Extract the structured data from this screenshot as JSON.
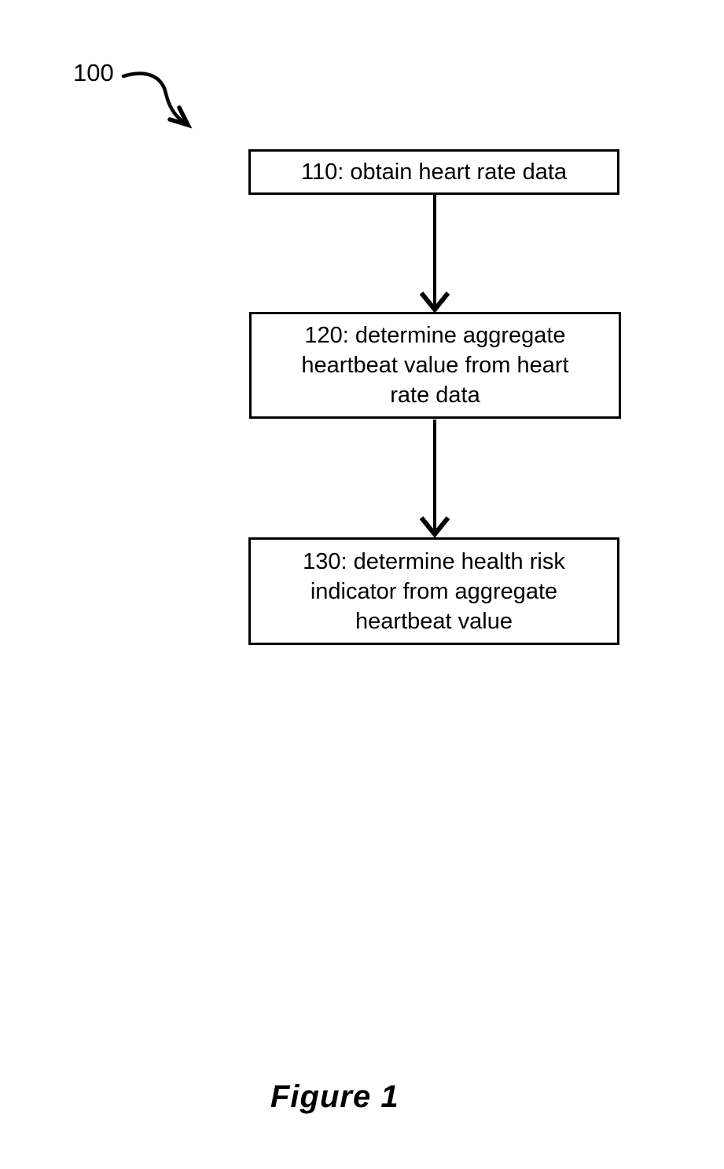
{
  "figure": {
    "reference_label": "100",
    "caption": "Figure 1"
  },
  "colors": {
    "line": "#000000",
    "background": "#ffffff"
  },
  "flowchart": {
    "nodes": [
      {
        "id": "110",
        "label": "110: obtain heart rate data",
        "lines": [
          "110: obtain heart rate data"
        ]
      },
      {
        "id": "120",
        "label": "120: determine aggregate heartbeat value from heart rate data",
        "lines": [
          "120: determine aggregate",
          "heartbeat value from heart",
          "rate data"
        ]
      },
      {
        "id": "130",
        "label": "130: determine health risk indicator from aggregate heartbeat value",
        "lines": [
          "130: determine health risk",
          "indicator from aggregate",
          "heartbeat value"
        ]
      }
    ],
    "edges": [
      {
        "from": "110",
        "to": "120"
      },
      {
        "from": "120",
        "to": "130"
      }
    ]
  }
}
